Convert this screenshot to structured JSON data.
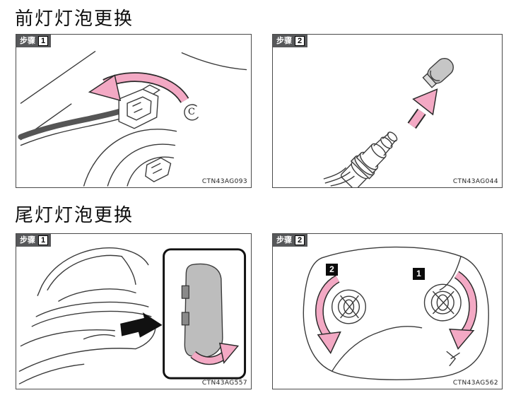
{
  "colors": {
    "arrow_pink": "#f3a9c4",
    "arrow_outline": "#2a2a2a",
    "badge_bg": "#57585a",
    "line": "#3a3a3a",
    "cover_gray": "#bdbdbd"
  },
  "sections": [
    {
      "title": "前灯灯泡更换",
      "panels": [
        {
          "step_label": "步骤",
          "step_number": "1",
          "figure_code": "CTN43AG093",
          "annotation": "C"
        },
        {
          "step_label": "步骤",
          "step_number": "2",
          "figure_code": "CTN43AG044"
        }
      ]
    },
    {
      "title": "尾灯灯泡更换",
      "panels": [
        {
          "step_label": "步骤",
          "step_number": "1",
          "figure_code": "CTN43AG557"
        },
        {
          "step_label": "步骤",
          "step_number": "2",
          "figure_code": "CTN43AG562",
          "callouts": [
            "2",
            "1"
          ]
        }
      ]
    }
  ]
}
